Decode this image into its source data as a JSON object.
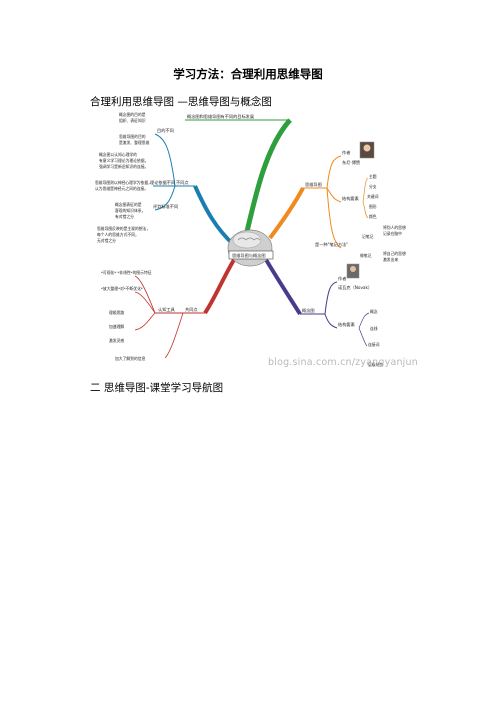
{
  "doc": {
    "title": "学习方法：合理利用思维导图",
    "subtitle": "合理利用思维导图 —思维导图与概念图",
    "section2": "二 思维导图-课堂学习导航图"
  },
  "mindmap": {
    "center": "思维导图与概念图",
    "top": "概念图和思维导图有不同的目标发展",
    "left_branch": {
      "label": "不同点",
      "sub1": "目的不同",
      "sub1_notes": [
        "概念图的目的是",
        "组织、表征知识",
        "思维导图的目的",
        "是激发、整理思维"
      ],
      "sub2": "理论依据不同",
      "sub2_notes": [
        "概念图以认知心理学的",
        "有意义学习理论为理论依据，",
        "强调学习是新旧知识的连接。",
        "思维导图则以神经心理学为依据，",
        "认为思维是神经元之间的连接。"
      ],
      "sub3": "评判标准不同",
      "sub3_notes": [
        "概念图表征的是",
        "客观的知识体系，",
        "有对错之分",
        "思维导图反映的是主观的想法，",
        "每个人的思维方式不同，",
        "无对错之分"
      ]
    },
    "left_bottom": {
      "label": "共同点",
      "sub": "认知工具",
      "items": [
        "*可视化* *非线性*的图示特征",
        "*放大整理*对*不断优化*",
        "理顺思路",
        "加速理解",
        "激发灵感",
        "加大了解到的信息"
      ]
    },
    "right_top": {
      "label": "思维导图",
      "author_label": "作者",
      "author": "东尼·博赞",
      "structure_label": "结构要素",
      "structure": [
        "主题",
        "分支",
        "关键词",
        "图形",
        "颜色"
      ],
      "usage_label": "是一种\"笔记方法\"",
      "note_a": "记笔记",
      "note_a_text": [
        "将别人的思想",
        "记录在脑中"
      ],
      "note_b": "做笔记",
      "note_b_text": [
        "将自己的思想",
        "激发出来"
      ]
    },
    "right_bottom": {
      "label": "概念图",
      "author_label": "作者",
      "author": "诺瓦克（Novak）",
      "structure_label": "结构要素",
      "structure": [
        "概念",
        "连线",
        "连接词",
        "层级结构"
      ]
    }
  },
  "watermark": "blog.sina.com.cn/zyangyanjun"
}
